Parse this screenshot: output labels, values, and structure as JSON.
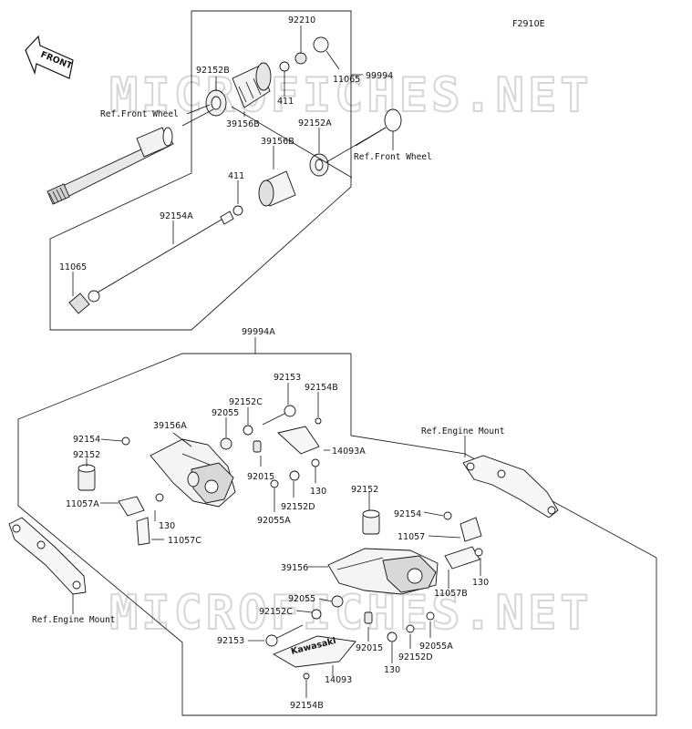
{
  "figure_code": "F2910E",
  "front_arrow_label": "FRONT",
  "watermark": "MICROFICHES.NET",
  "labels": {
    "p92210": "92210",
    "p92152B": "92152B",
    "p11065_top": "11065",
    "p99994": "99994",
    "p411_top": "411",
    "p39156B_top": "39156B",
    "p92152A": "92152A",
    "ref_front_wheel_left": "Ref.Front Wheel",
    "ref_front_wheel_right": "Ref.Front Wheel",
    "p39156B_mid": "39156B",
    "p411_mid": "411",
    "p92154A": "92154A",
    "p11065_low": "11065",
    "p99994A": "99994A",
    "p92153_top": "92153",
    "p92152C_top": "92152C",
    "p92154B_top": "92154B",
    "p92055_top": "92055",
    "p39156A": "39156A",
    "p92154_left": "92154",
    "p14093A": "14093A",
    "p92152_left": "92152",
    "ref_engine_mount_right": "Ref.Engine Mount",
    "p130_a": "130",
    "p92015_top": "92015",
    "p92152D_top": "92152D",
    "p11057A": "11057A",
    "p92055A_top": "92055A",
    "p130_b": "130",
    "p11057C": "11057C",
    "p92152_right": "92152",
    "p92154_right": "92154",
    "p11057": "11057",
    "p39156": "39156",
    "p130_c": "130",
    "p11057B": "11057B",
    "p92055_low": "92055",
    "p92152C_low": "92152C",
    "ref_engine_mount_left": "Ref.Engine Mount",
    "p92153_low": "92153",
    "p92015_low": "92015",
    "p92055A_low": "92055A",
    "p130_d": "130",
    "p92152D_low": "92152D",
    "p14093": "14093",
    "p92154B_low": "92154B"
  },
  "brand_mark": "Kawasaki"
}
